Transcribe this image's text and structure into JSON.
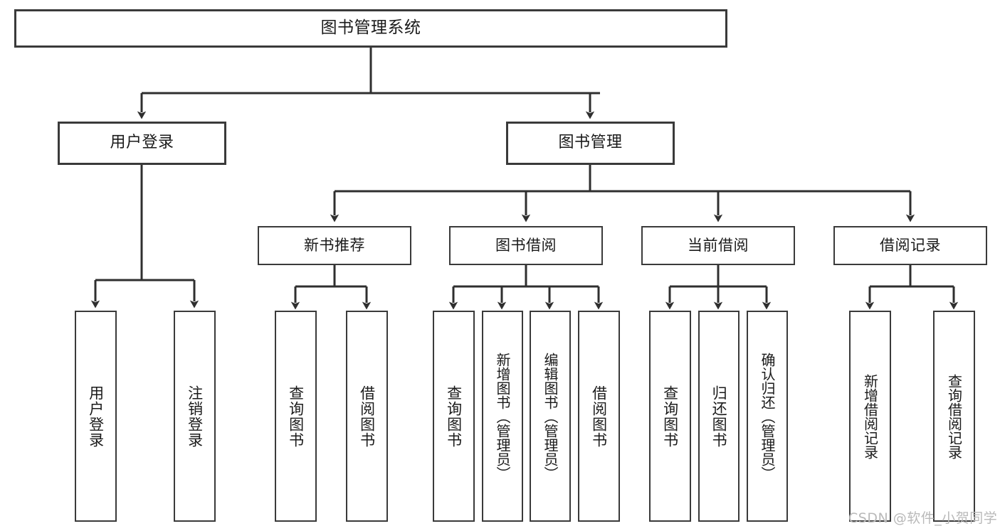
{
  "diagram": {
    "type": "tree-hierarchy",
    "title": "图书管理系统",
    "orientation": "top-down",
    "colors": {
      "box_border": "#3a3a3a",
      "box_fill": "#ffffff",
      "edge": "#2f2f2f",
      "text": "#1a1a1a",
      "watermark": "#b9b9b9"
    }
  },
  "nodes": {
    "root": {
      "label": "图书管理系统"
    },
    "level1": [
      {
        "id": "user-login",
        "label": "用户登录"
      },
      {
        "id": "book-management",
        "label": "图书管理"
      }
    ],
    "level2": [
      {
        "id": "new-book-recommend",
        "label": "新书推荐"
      },
      {
        "id": "book-borrow",
        "label": "图书借阅"
      },
      {
        "id": "current-borrow",
        "label": "当前借阅"
      },
      {
        "id": "borrow-record",
        "label": "借阅记录"
      }
    ],
    "leaves": {
      "user_login": [
        {
          "id": "leaf-user-login",
          "label": "用户登录"
        },
        {
          "id": "leaf-logout-login",
          "label": "注销登录"
        }
      ],
      "new_book_recommend": [
        {
          "id": "leaf-query-book-1",
          "label": "查询图书"
        },
        {
          "id": "leaf-borrow-book-1",
          "label": "借阅图书"
        }
      ],
      "book_borrow": [
        {
          "id": "leaf-query-book-2",
          "label": "查询图书"
        },
        {
          "id": "leaf-add-book-admin",
          "label": "新增图书（管理员）"
        },
        {
          "id": "leaf-edit-book-admin",
          "label": "编辑图书（管理员）"
        },
        {
          "id": "leaf-borrow-book-2",
          "label": "借阅图书"
        }
      ],
      "current_borrow": [
        {
          "id": "leaf-query-book-3",
          "label": "查询图书"
        },
        {
          "id": "leaf-return-book",
          "label": "归还图书"
        },
        {
          "id": "leaf-confirm-return-admin",
          "label": "确认归还（管理员）"
        }
      ],
      "borrow_record": [
        {
          "id": "leaf-add-borrow-record",
          "label": "新增借阅记录"
        },
        {
          "id": "leaf-query-borrow-record",
          "label": "查询借阅记录"
        }
      ]
    }
  },
  "watermark": {
    "text": "CSDN @软件_小贺同学"
  }
}
